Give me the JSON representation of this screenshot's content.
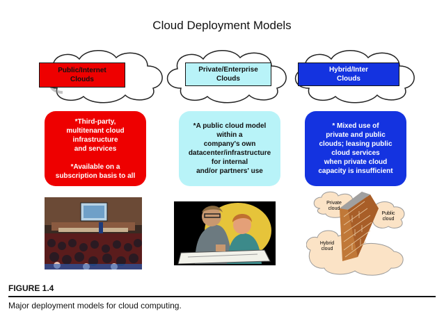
{
  "title": "Cloud Deployment Models",
  "models": [
    {
      "label": [
        "Public/Internet",
        "Clouds"
      ],
      "description": [
        "*Third-party,",
        "multitenant cloud",
        "infrastructure",
        "and services",
        "",
        "*Available on a",
        "subscription basis to all"
      ],
      "color": "#ee0000",
      "label_text_color": "#111111",
      "desc_text_color": "#ffffff"
    },
    {
      "label": [
        "Private/Enterprise",
        "Clouds"
      ],
      "description": [
        "*A public cloud model",
        "within a",
        "company's own",
        "datacenter/infrastructure",
        "for internal",
        "and/or partners' use"
      ],
      "color": "#b8f3f8",
      "label_text_color": "#111111",
      "desc_text_color": "#111111"
    },
    {
      "label": [
        "Hybrid/Inter",
        "Clouds"
      ],
      "description": [
        "* Mixed use of",
        "private and  public",
        "clouds; leasing public",
        "cloud  services",
        "when private cloud",
        "capacity is insufficient"
      ],
      "color": "#1433e0",
      "label_text_color": "#ffffff",
      "desc_text_color": "#ffffff"
    }
  ],
  "hybrid_diagram": {
    "private": [
      "Private",
      "cloud"
    ],
    "public": [
      "Public",
      "cloud"
    ],
    "hybrid": [
      "Hybrid",
      "cloud"
    ]
  },
  "figure": {
    "label": "FIGURE 1.4",
    "caption": "Major deployment models for cloud computing."
  }
}
